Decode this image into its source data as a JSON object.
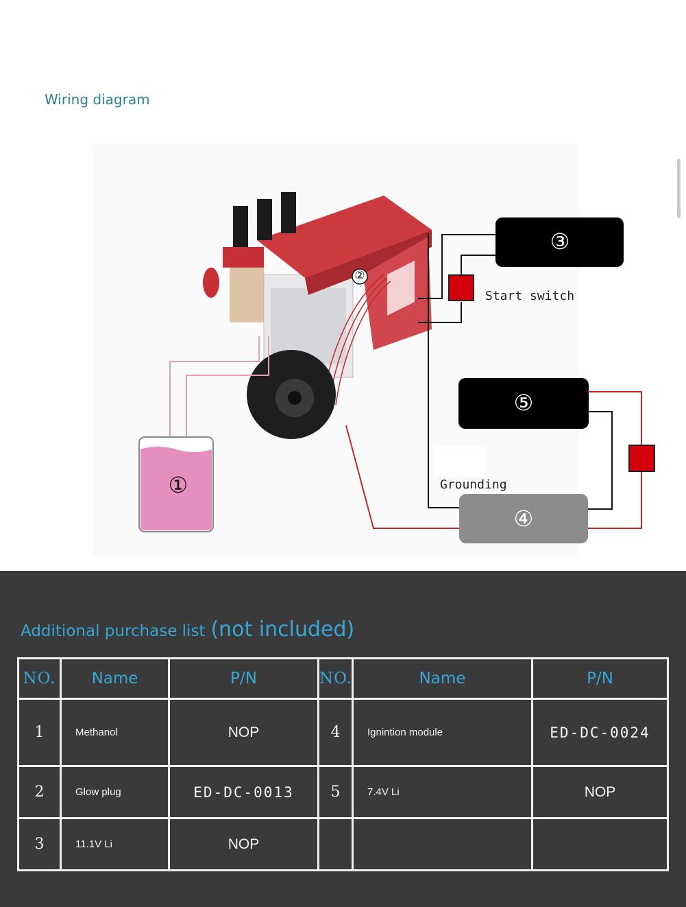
{
  "diagram": {
    "title": "Wiring diagram",
    "labels": {
      "start_switch": "Start switch",
      "grounding": "Grounding"
    },
    "components": [
      {
        "id": "1",
        "symbol": "①"
      },
      {
        "id": "2",
        "symbol": "②"
      },
      {
        "id": "3",
        "symbol": "③"
      },
      {
        "id": "4",
        "symbol": "④"
      },
      {
        "id": "5",
        "symbol": "⑤"
      }
    ],
    "colors": {
      "fuel_tank": "#e48fbf",
      "switch": "#d4000c",
      "wire_red": "#c8262a",
      "wire_black": "#111111",
      "wire_pink": "#e4a0b8",
      "engine_red": "#c8333a"
    }
  },
  "purchase": {
    "title_main": "Additional purchase list",
    "title_note": "(not included)",
    "headers": [
      "NO.",
      "Name",
      "P/N",
      "NO.",
      "Name",
      "P/N"
    ],
    "rows": [
      {
        "no1": "1",
        "name1": "Methanol",
        "pn1": "NOP",
        "no2": "4",
        "name2": "Ignintion module",
        "pn2": "ED-DC-0024"
      },
      {
        "no1": "2",
        "name1": "Glow plug",
        "pn1": "ED-DC-0013",
        "no2": "5",
        "name2": "7.4V Li",
        "pn2": "NOP"
      },
      {
        "no1": "3",
        "name1": "11.1V Li",
        "pn1": "NOP",
        "no2": "",
        "name2": "",
        "pn2": ""
      }
    ]
  }
}
